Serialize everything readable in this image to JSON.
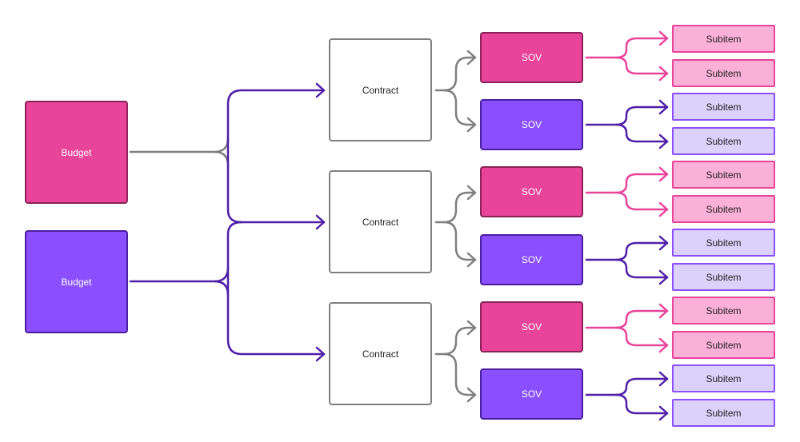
{
  "colors": {
    "pink": "#E8449A",
    "pink_dark": "#8A2257",
    "pink_light": "#FBB0D8",
    "purple": "#8A4FFF",
    "purple_dark": "#4A1E9E",
    "purple_light": "#DCD1FB",
    "gray": "#7F7F7F",
    "edge_purple": "#4F1FA8",
    "edge_pink": "#E8449A"
  },
  "budgets": [
    {
      "label": "Budget",
      "color": "pink"
    },
    {
      "label": "Budget",
      "color": "purple"
    }
  ],
  "contracts": [
    {
      "label": "Contract",
      "sovs": [
        {
          "label": "SOV",
          "color": "pink",
          "subitems": [
            "Subitem",
            "Subitem"
          ]
        },
        {
          "label": "SOV",
          "color": "purple",
          "subitems": [
            "Subitem",
            "Subitem"
          ]
        }
      ]
    },
    {
      "label": "Contract",
      "sovs": [
        {
          "label": "SOV",
          "color": "pink",
          "subitems": [
            "Subitem",
            "Subitem"
          ]
        },
        {
          "label": "SOV",
          "color": "purple",
          "subitems": [
            "Subitem",
            "Subitem"
          ]
        }
      ]
    },
    {
      "label": "Contract",
      "sovs": [
        {
          "label": "SOV",
          "color": "pink",
          "subitems": [
            "Subitem",
            "Subitem"
          ]
        },
        {
          "label": "SOV",
          "color": "purple",
          "subitems": [
            "Subitem",
            "Subitem"
          ]
        }
      ]
    }
  ]
}
